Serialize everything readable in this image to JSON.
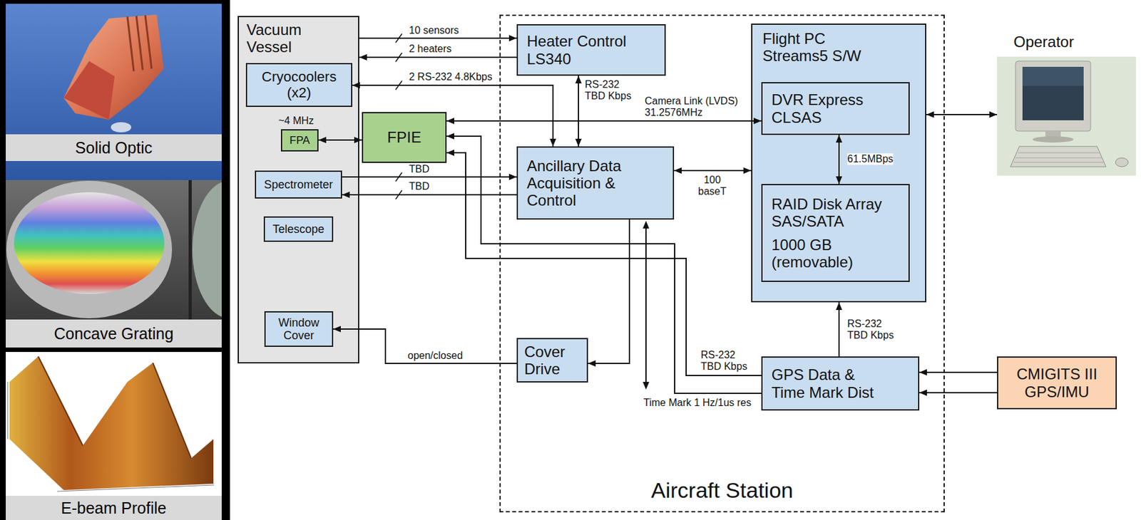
{
  "diagram": {
    "nodes": [
      {
        "text": [
          "Vacuum Vessel"
        ]
      },
      {
        "text": [
          "Cryocoolers (x2)"
        ],
        "in": 0
      },
      {
        "text": [
          "FPA"
        ],
        "in": 0
      },
      {
        "text": [
          "Spectrometer"
        ],
        "in": 0
      },
      {
        "text": [
          "Telescope"
        ],
        "in": 0
      },
      {
        "text": [
          "Window Cover"
        ],
        "in": 0
      },
      {
        "text": [
          "FPIE"
        ]
      },
      {
        "text": [
          "Aircraft Station"
        ]
      },
      {
        "text": [
          "Heater Control LS340"
        ],
        "in": 7
      },
      {
        "text": [
          "Ancillary Data Acquisition & Control"
        ],
        "in": 7
      },
      {
        "text": [
          "Cover Drive"
        ],
        "in": 7
      },
      {
        "text": [
          "Flight PC Streams5 S/W"
        ],
        "in": 7
      },
      {
        "text": [
          "DVR Express CLSAS"
        ],
        "in": 11
      },
      {
        "text": [
          "RAID Disk Array SAS/SATA",
          "1000 GB (removable)"
        ],
        "in": 11
      },
      {
        "text": [
          "GPS Data & Time Mark Dist"
        ],
        "in": 7
      },
      {
        "text": [
          "Operator"
        ]
      },
      {
        "text": [
          "CMIGITS III GPS/IMU"
        ]
      }
    ],
    "edges": [
      {
        "from": 0,
        "to": 8,
        "arrow": "to",
        "label": "10 sensors"
      },
      {
        "from": 8,
        "to": 0,
        "arrow": "to",
        "label": "2 heaters"
      },
      {
        "from": 1,
        "to": 9,
        "arrow": "both",
        "label": "2 RS-232 4.8Kbps"
      },
      {
        "from": 8,
        "to": 9,
        "arrow": "both",
        "label": "RS-232 TBD Kbps"
      },
      {
        "from": 2,
        "to": 6,
        "arrow": "both"
      },
      {
        "from": 6,
        "to": 12,
        "arrow": "both",
        "label": "Camera Link (LVDS) 31.2576MHz"
      },
      {
        "from": 3,
        "to": 9,
        "arrow": "to",
        "label": "TBD"
      },
      {
        "from": 9,
        "to": 3,
        "arrow": "to",
        "label": "TBD"
      },
      {
        "from": 9,
        "to": 11,
        "arrow": "both",
        "label": "100 baseT"
      },
      {
        "from": 12,
        "to": 13,
        "arrow": "both",
        "label": "61.5MBps"
      },
      {
        "from": 9,
        "to": 10,
        "arrow": "to"
      },
      {
        "from": 10,
        "to": 5,
        "arrow": "to",
        "label": "open/closed"
      },
      {
        "from": 14,
        "to": 6,
        "arrow": "to",
        "label": "RS-232 TBD Kbps"
      },
      {
        "from": 14,
        "to": 6,
        "arrow": "to",
        "label": "Time Mark 1 Hz/1us res"
      },
      {
        "from": 14,
        "to": 11,
        "arrow": "to",
        "label": "RS-232 TBD Kbps"
      },
      {
        "from": 16,
        "to": 14,
        "arrow": "to"
      },
      {
        "from": 16,
        "to": 14,
        "arrow": "to"
      },
      {
        "from": 11,
        "to": 15,
        "arrow": "both"
      }
    ],
    "labels": [
      "Solid Optic",
      "Concave Grating",
      "E-beam Profile",
      "~4 MHz"
    ]
  }
}
